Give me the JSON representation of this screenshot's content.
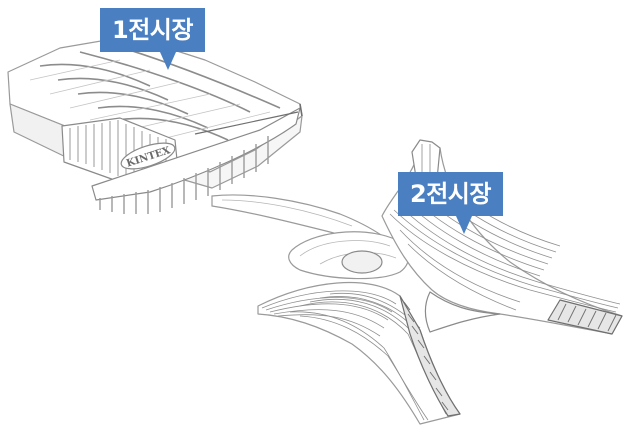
{
  "colors": {
    "callout": "#4a7fc1",
    "line": "#9a9a9a",
    "line_dark": "#6f6f6f",
    "fill": "#ffffff",
    "fill_shade": "#f1f1f1"
  },
  "building": {
    "logo_text": "KINTEX"
  },
  "labels": {
    "hall1": "1전시장",
    "hall2": "2전시장"
  }
}
